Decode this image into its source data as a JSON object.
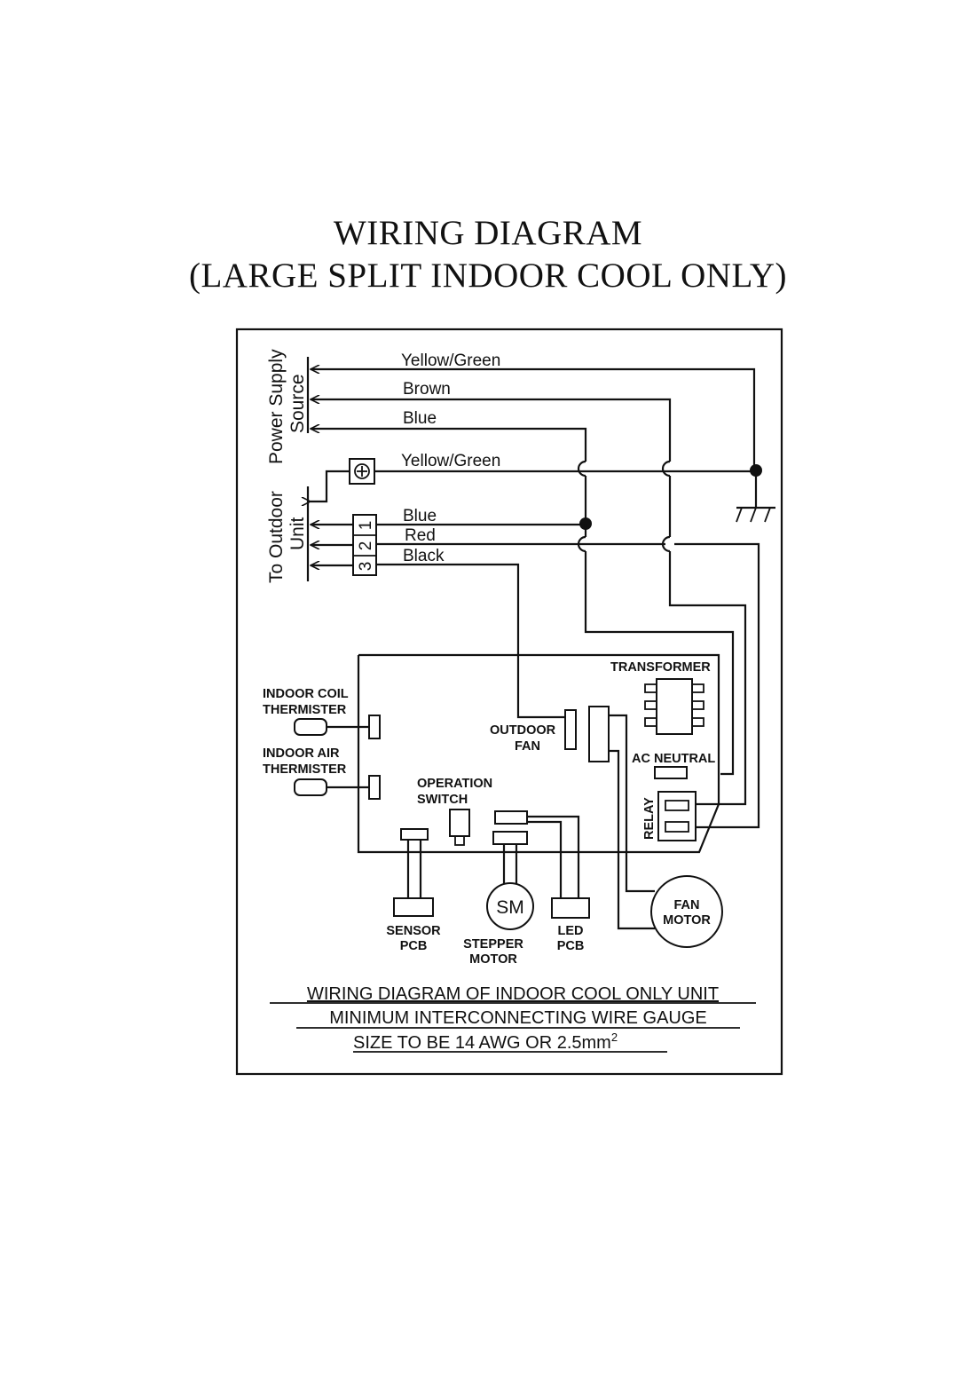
{
  "title": {
    "line1": "WIRING DIAGRAM",
    "line2": "(LARGE SPLIT INDOOR COOL ONLY)"
  },
  "side_labels": {
    "power_supply": "Power Supply",
    "source": "Source",
    "to_outdoor": "To Outdoor",
    "unit": "Unit"
  },
  "wires": {
    "supply_yellow_green": "Yellow/Green",
    "supply_brown": "Brown",
    "supply_blue": "Blue",
    "outdoor_yellow_green": "Yellow/Green",
    "outdoor_blue": "Blue",
    "outdoor_red": "Red",
    "outdoor_black": "Black"
  },
  "terminals": [
    "1",
    "2",
    "3"
  ],
  "components": {
    "transformer": "TRANSFORMER",
    "indoor_coil_1": "INDOOR COIL",
    "indoor_coil_2": "THERMISTER",
    "indoor_air_1": "INDOOR AIR",
    "indoor_air_2": "THERMISTER",
    "outdoor_fan_1": "OUTDOOR",
    "outdoor_fan_2": "FAN",
    "ac_neutral": "AC NEUTRAL",
    "operation_switch_1": "OPERATION",
    "operation_switch_2": "SWITCH",
    "relay": "RELAY",
    "sm": "SM",
    "fan_motor_1": "FAN",
    "fan_motor_2": "MOTOR",
    "sensor_pcb_1": "SENSOR",
    "sensor_pcb_2": "PCB",
    "stepper_motor_1": "STEPPER",
    "stepper_motor_2": "MOTOR",
    "led_pcb_1": "LED",
    "led_pcb_2": "PCB"
  },
  "notes": {
    "line1": "WIRING DIAGRAM OF INDOOR COOL ONLY UNIT",
    "line2": "MINIMUM INTERCONNECTING WIRE GAUGE",
    "line3": "SIZE TO BE 14 AWG OR 2.5mm",
    "line3_sup": "2"
  }
}
